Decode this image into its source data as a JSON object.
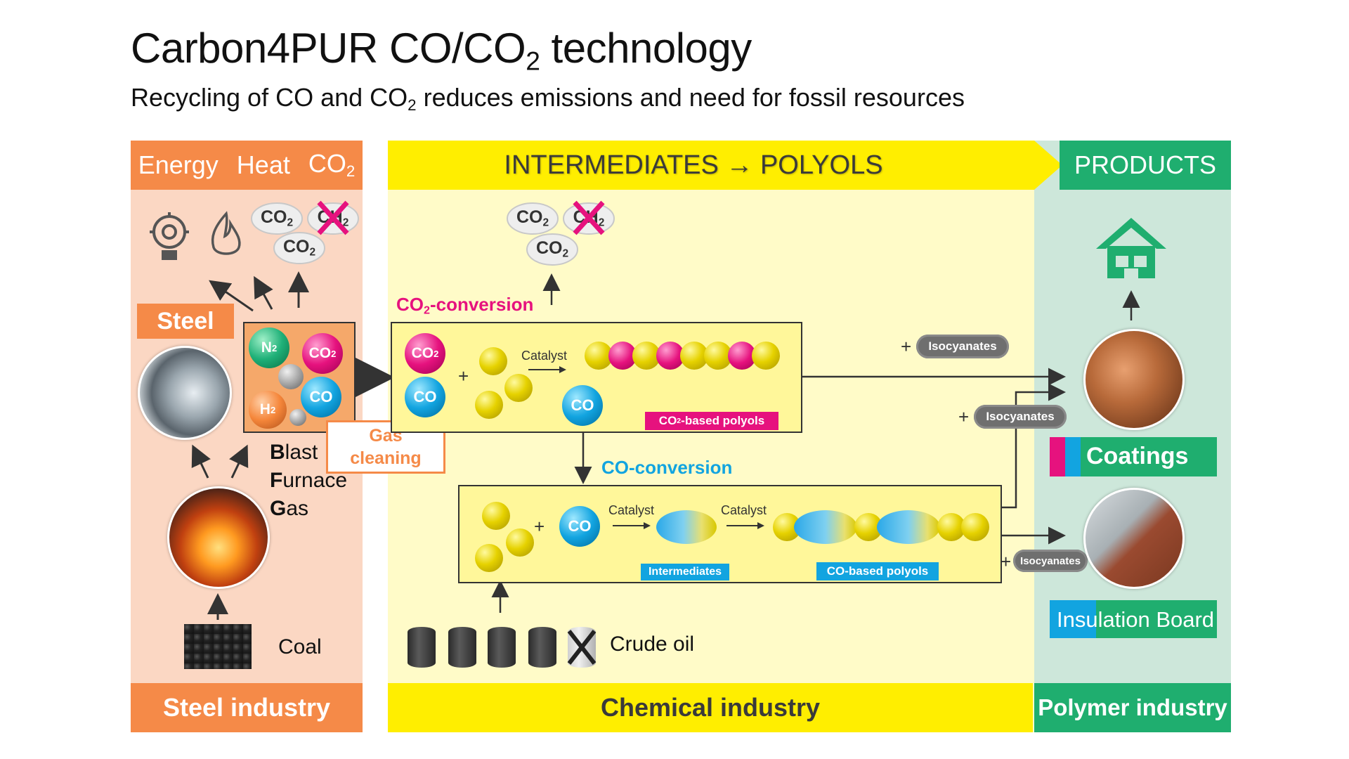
{
  "title": {
    "main": "Carbon4PUR CO/CO",
    "sub": "2",
    "rest": " technology"
  },
  "subtitle": {
    "pre": "Recycling of CO and CO",
    "sub": "2",
    "post": " reduces emissions and need for fossil resources"
  },
  "headers": {
    "steel": {
      "energy": "Energy",
      "heat": "Heat",
      "co2": "CO",
      "co2_sub": "2"
    },
    "chemical": "INTERMEDIATES → POLYOLS",
    "products": "PRODUCTS"
  },
  "footers": {
    "steel": "Steel industry",
    "chemical": "Chemical industry",
    "polymer": "Polymer industry"
  },
  "steel": {
    "label": "Steel",
    "gas_lines": [
      {
        "first": "B",
        "rest": "last"
      },
      {
        "first": "F",
        "rest": "urnace"
      },
      {
        "first": "G",
        "rest": "as"
      }
    ],
    "gas_cleaning": [
      "Gas",
      "cleaning"
    ],
    "coal": "Coal",
    "molecules": {
      "n2": "N",
      "co2": "CO",
      "h2": "H",
      "co": "CO",
      "sub": "2"
    }
  },
  "clouds": {
    "co2": "CO",
    "sub": "2",
    "crossed": "CH",
    "crossed_sub": "2"
  },
  "chemical": {
    "co2_conversion": {
      "pre": "CO",
      "sub": "2",
      "post": "-conversion"
    },
    "co_conversion": "CO-conversion",
    "catalyst": "Catalyst",
    "plus": "+",
    "co2_polyols_tag": {
      "pre": "CO",
      "sub": "2",
      "post": "-based polyols"
    },
    "intermediates_tag": "Intermediates",
    "co_polyols_tag": "CO-based polyols",
    "crude_oil": "Crude oil",
    "isocyanates": "Isocyanates"
  },
  "products": {
    "coatings": "Coatings",
    "insulation": "Insulation Board"
  },
  "colors": {
    "orange": "#f58a48",
    "yellow": "#ffee00",
    "green": "#1fae6f",
    "magenta": "#e6127e",
    "blue": "#12a4e0"
  },
  "icons": [
    "lightbulb-gear-icon",
    "flame-icon",
    "house-icon",
    "arrow-icon",
    "crossed-barrel-icon"
  ]
}
